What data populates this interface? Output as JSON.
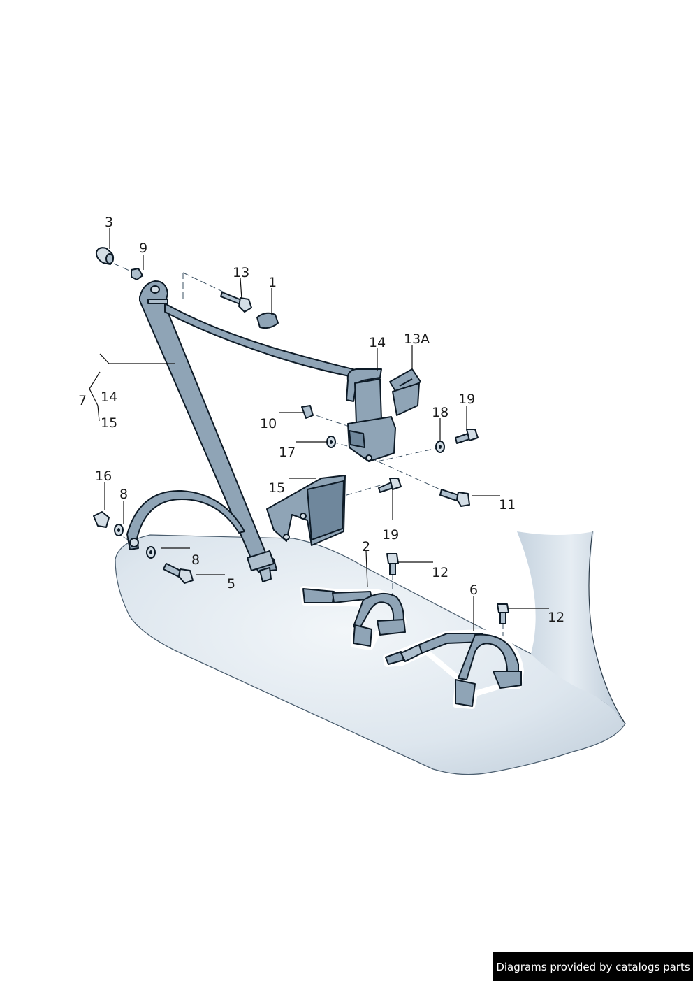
{
  "diagram": {
    "callouts": [
      {
        "id": "c3",
        "text": "3"
      },
      {
        "id": "c9",
        "text": "9"
      },
      {
        "id": "c13",
        "text": "13"
      },
      {
        "id": "c1",
        "text": "1"
      },
      {
        "id": "c14a",
        "text": "14"
      },
      {
        "id": "c13A",
        "text": "13A"
      },
      {
        "id": "c7",
        "text": "7"
      },
      {
        "id": "c14b",
        "text": "14"
      },
      {
        "id": "c15a",
        "text": "15"
      },
      {
        "id": "c19a",
        "text": "19"
      },
      {
        "id": "c18",
        "text": "18"
      },
      {
        "id": "c10",
        "text": "10"
      },
      {
        "id": "c17",
        "text": "17"
      },
      {
        "id": "c15b",
        "text": "15"
      },
      {
        "id": "c11",
        "text": "11"
      },
      {
        "id": "c19b",
        "text": "19"
      },
      {
        "id": "c16",
        "text": "16"
      },
      {
        "id": "c8a",
        "text": "8"
      },
      {
        "id": "c8b",
        "text": "8"
      },
      {
        "id": "c5",
        "text": "5"
      },
      {
        "id": "c2",
        "text": "2"
      },
      {
        "id": "c12a",
        "text": "12"
      },
      {
        "id": "c6",
        "text": "6"
      },
      {
        "id": "c12b",
        "text": "12"
      }
    ]
  },
  "colors": {
    "belt": "#8fa4b6",
    "seat": "#dbe4ec",
    "outline": "#0d1a26"
  },
  "credit": "Diagrams provided by catalogs parts"
}
